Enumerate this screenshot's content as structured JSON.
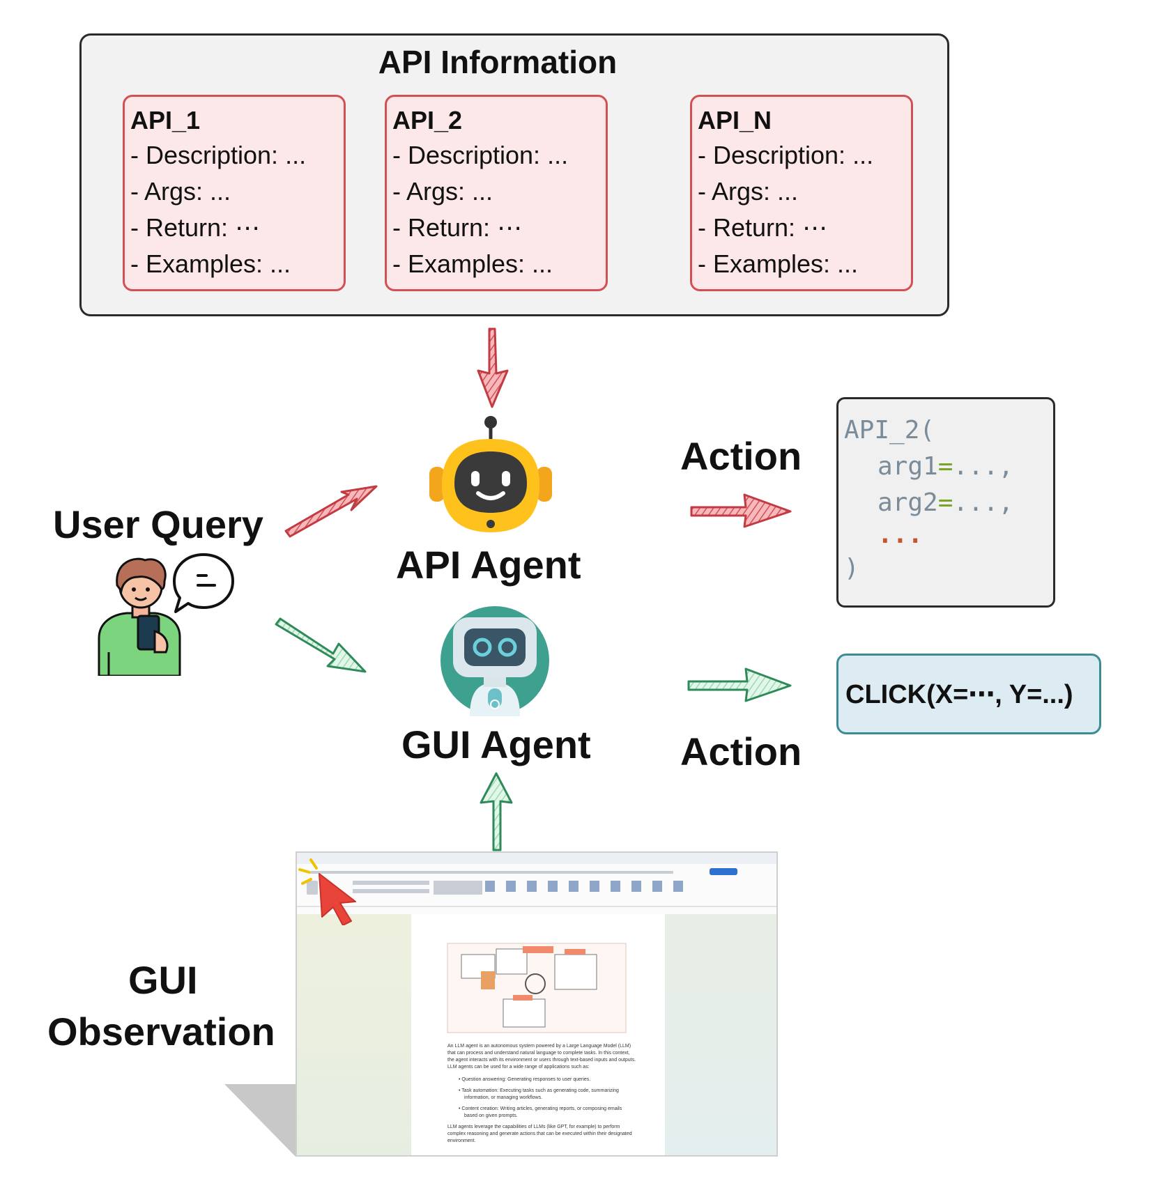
{
  "api_panel": {
    "title": "API Information",
    "cards": [
      {
        "name": "API_1",
        "description": "- Description: ...",
        "args": "- Args: ...",
        "return": "- Return: ⋯",
        "examples": "- Examples: ..."
      },
      {
        "name": "API_2",
        "description": "- Description: ...",
        "args": "- Args: ...",
        "return": "- Return: ⋯",
        "examples": "- Examples: ..."
      },
      {
        "name": "API_N",
        "description": "- Description: ...",
        "args": "- Args: ...",
        "return": "- Return: ⋯",
        "examples": "- Examples: ..."
      }
    ]
  },
  "user_query_label": "User Query",
  "api_agent_label": "API Agent",
  "gui_agent_label": "GUI Agent",
  "action_top_label": "Action",
  "action_bottom_label": "Action",
  "gui_observation_label_line1": "GUI",
  "gui_observation_label_line2": "Observation",
  "api_code": {
    "fn": "API_2(",
    "arg1": "arg1",
    "arg1_rest": "...,",
    "arg2": "arg2",
    "arg2_rest": "...,",
    "eq": "=",
    "dots": "...",
    "close": ")"
  },
  "gui_action": "CLICK(X=⋯, Y=...)",
  "colors": {
    "api_red": "#d24f55",
    "api_card_fill": "#fde8e9",
    "gui_green": "#bfe8cf",
    "gui_green_stroke": "#3a9a6a",
    "click_box_fill": "#dcecf2",
    "click_box_stroke": "#3c8c94"
  },
  "icons": [
    "robot-yellow-icon",
    "robot-teal-icon",
    "user-with-phone-icon",
    "speech-bubble-icon",
    "cursor-pointer-icon"
  ]
}
